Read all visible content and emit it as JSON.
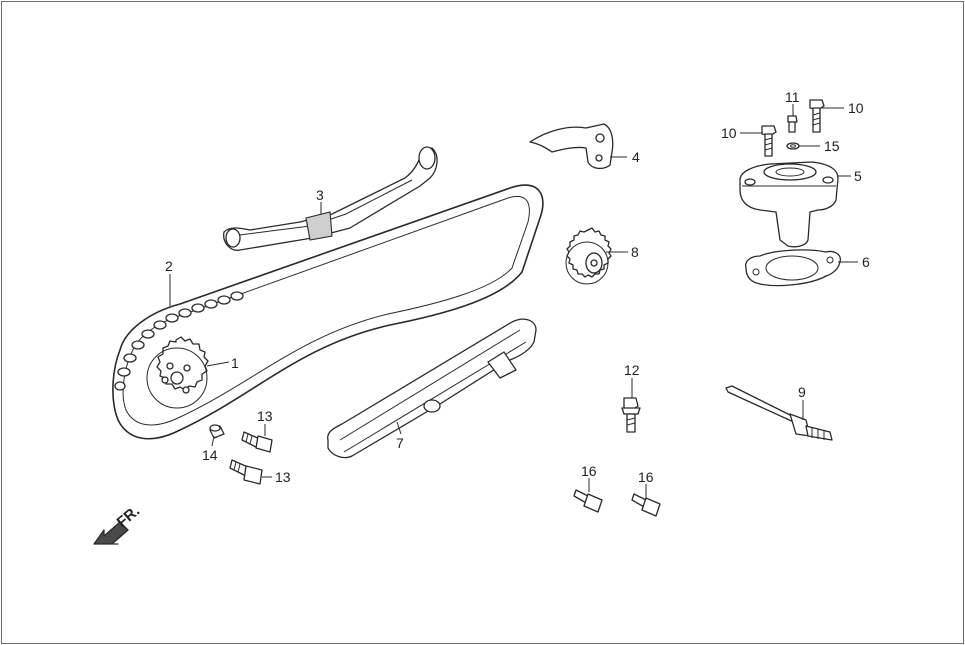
{
  "callouts": {
    "c1": "1",
    "c2": "2",
    "c3": "3",
    "c4": "4",
    "c5": "5",
    "c6": "6",
    "c7": "7",
    "c8": "8",
    "c9": "9",
    "c10a": "10",
    "c10b": "10",
    "c11": "11",
    "c12": "12",
    "c13a": "13",
    "c13b": "13",
    "c14": "14",
    "c15": "15",
    "c16a": "16",
    "c16b": "16"
  },
  "direction_label": "FR.",
  "colors": {
    "line": "#2a2a2a",
    "frame": "#6d6d6d",
    "background": "#ffffff"
  }
}
